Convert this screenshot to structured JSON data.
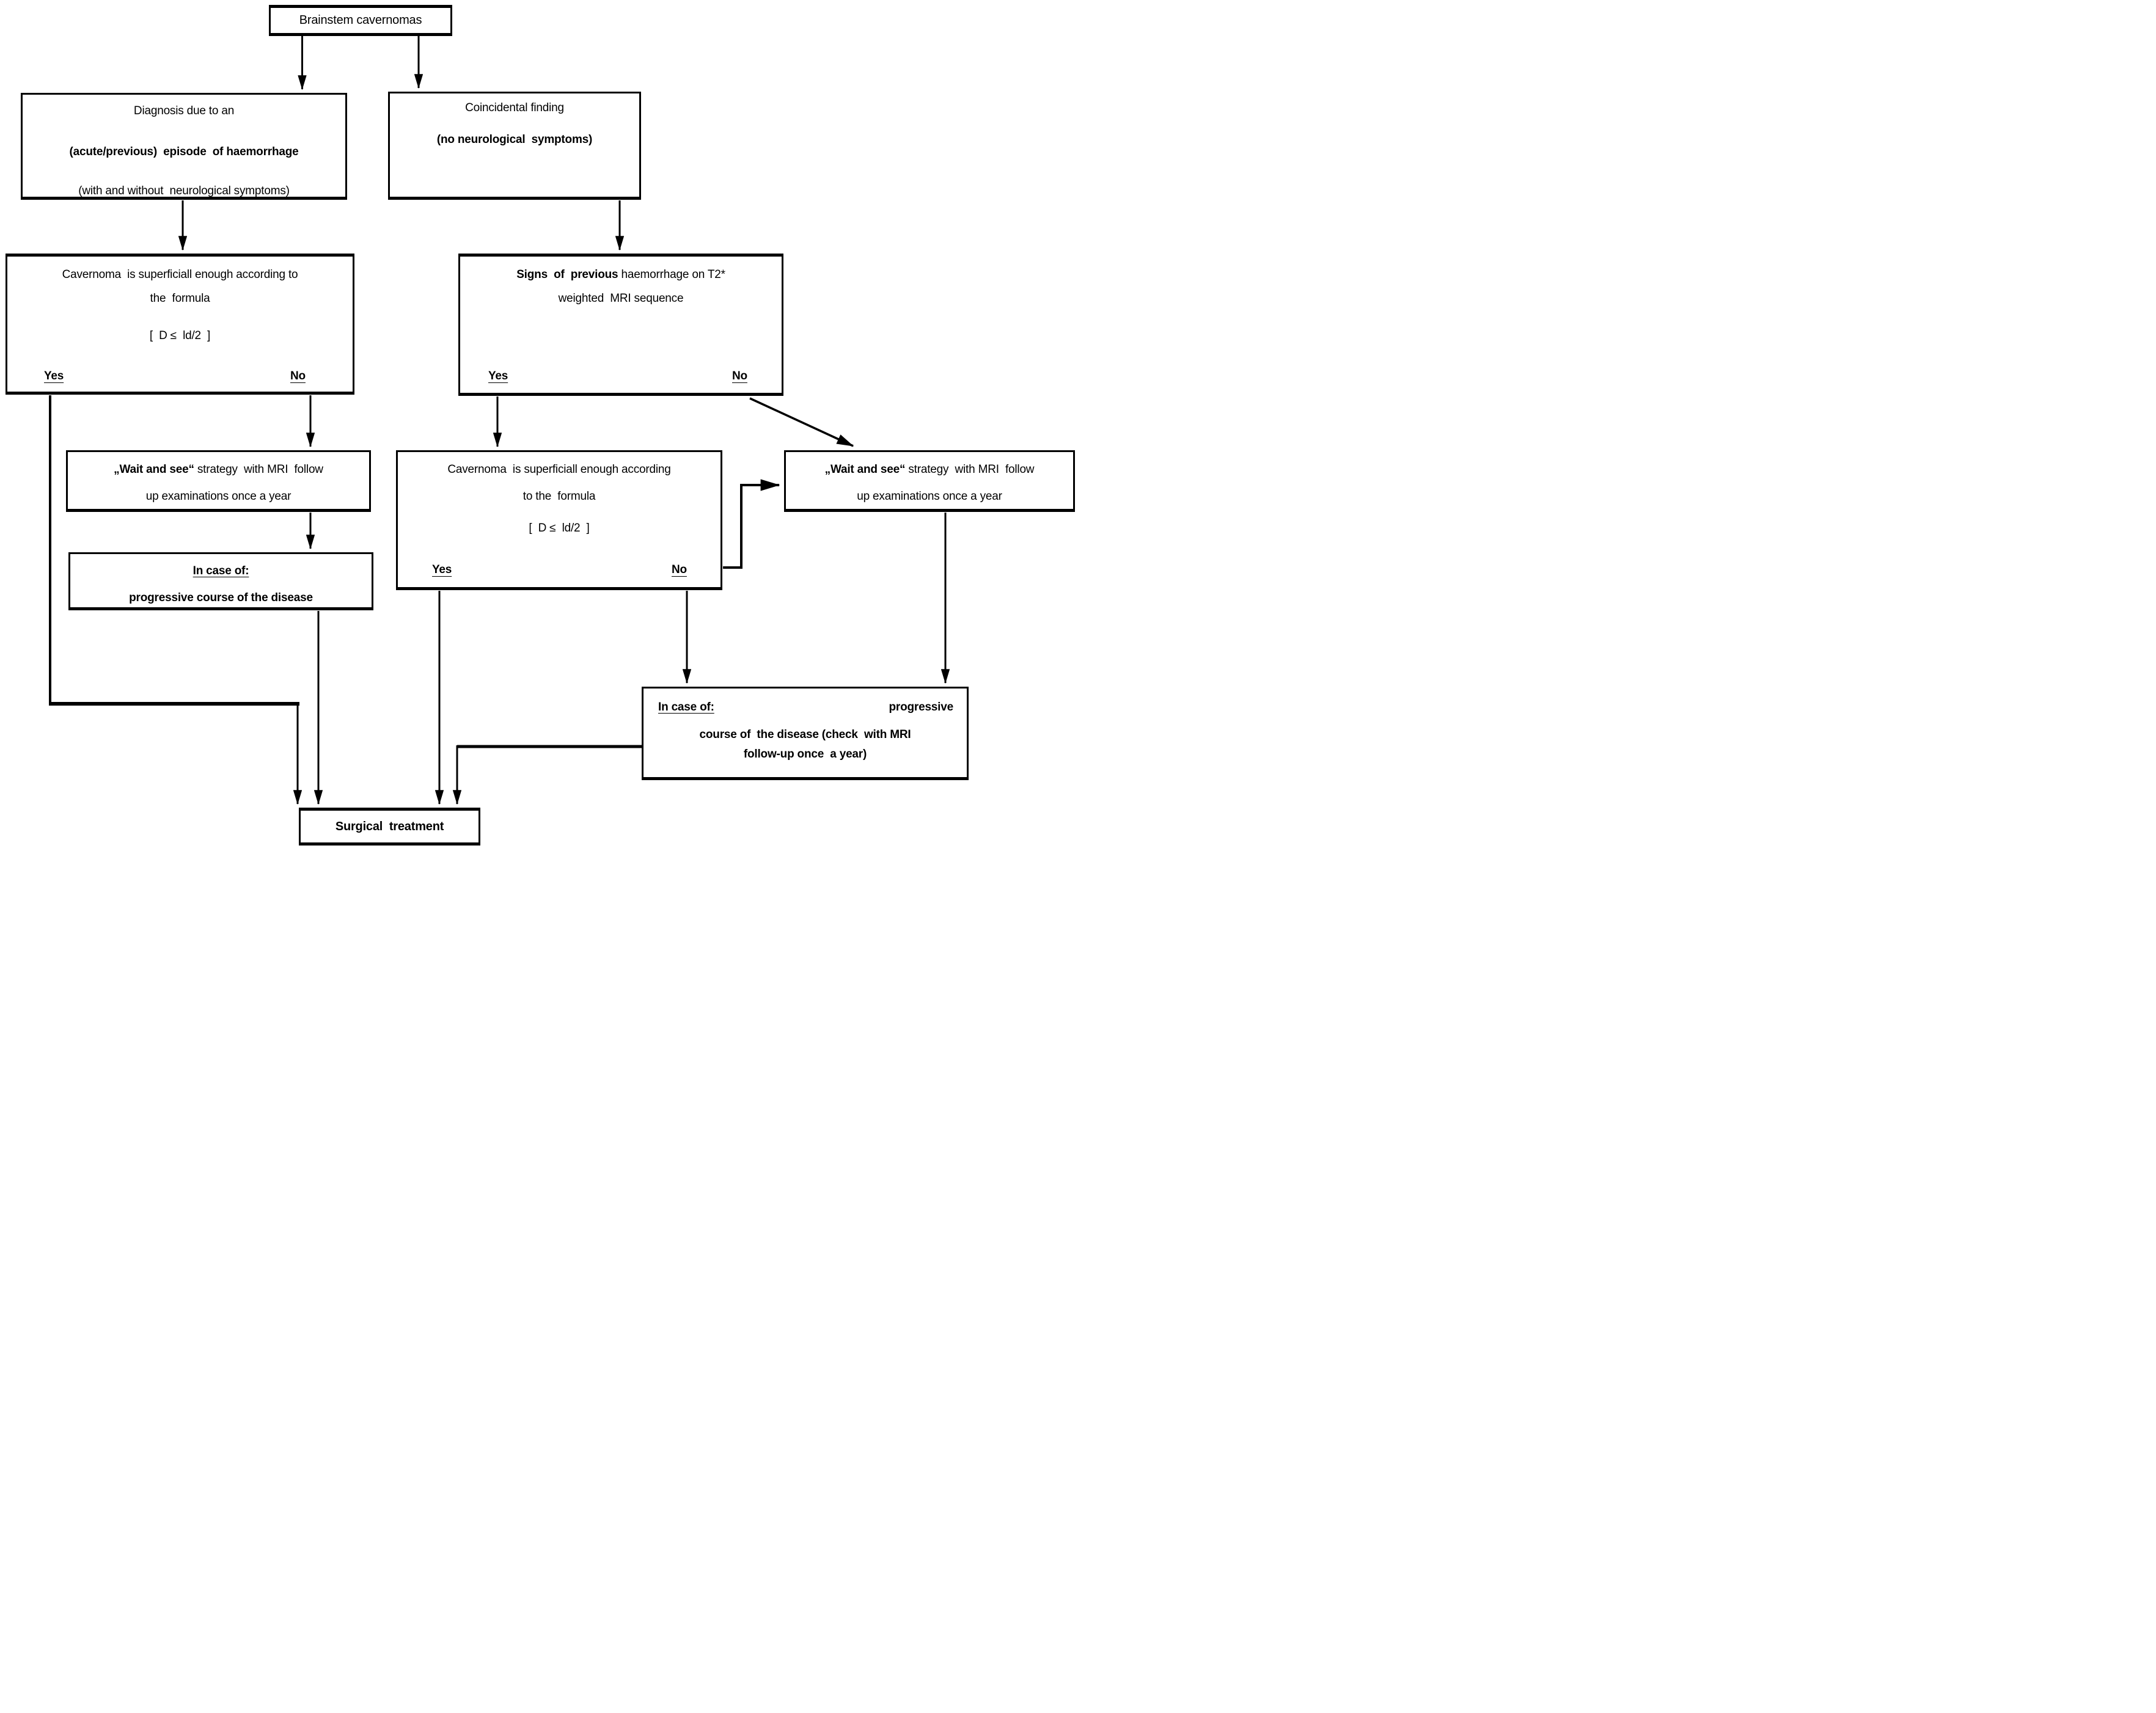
{
  "colors": {
    "ink": "#000000",
    "paper": "#ffffff"
  },
  "nodes": {
    "root": {
      "text": "Brainstem cavernomas"
    },
    "diagnosis": {
      "line1": "Diagnosis due to an",
      "line2": "(acute/previous)  episode  of haemorrhage",
      "line3": "(with and without  neurological symptoms)"
    },
    "coincidental": {
      "line1": "Coincidental finding",
      "line2": "(no neurological  symptoms)"
    },
    "superficial_left": {
      "line1": "Cavernoma  is superficiall enough according to",
      "line2": "the  formula",
      "formula": "[  D ≤  ld/2  ]",
      "yes": "Yes",
      "no": "No"
    },
    "signs_t2": {
      "line1_bold": "Signs  of  previous",
      "line1_rest": " haemorrhage on T2*",
      "line2": "weighted  MRI sequence",
      "yes": "Yes",
      "no": "No"
    },
    "wait_left": {
      "quote": "„Wait and see“",
      "line1_rest": " strategy  with MRI  follow",
      "line2": "up examinations once a year"
    },
    "superficial_mid": {
      "line1": "Cavernoma  is superficiall enough according",
      "line2": "to the  formula",
      "formula": "[  D ≤  ld/2  ]",
      "yes": "Yes",
      "no": "No"
    },
    "wait_right": {
      "quote": "„Wait and see“",
      "line1_rest": " strategy  with MRI  follow",
      "line2": "up examinations once a year"
    },
    "incase_left": {
      "heading": "In case of:",
      "line2": "progressive course of the disease"
    },
    "incase_right": {
      "heading": "In case of:",
      "side": "progressive",
      "line2": "course of  the disease (check  with MRI",
      "line3": "follow-up once  a year)"
    },
    "surgical": {
      "text": "Surgical  treatment"
    }
  }
}
